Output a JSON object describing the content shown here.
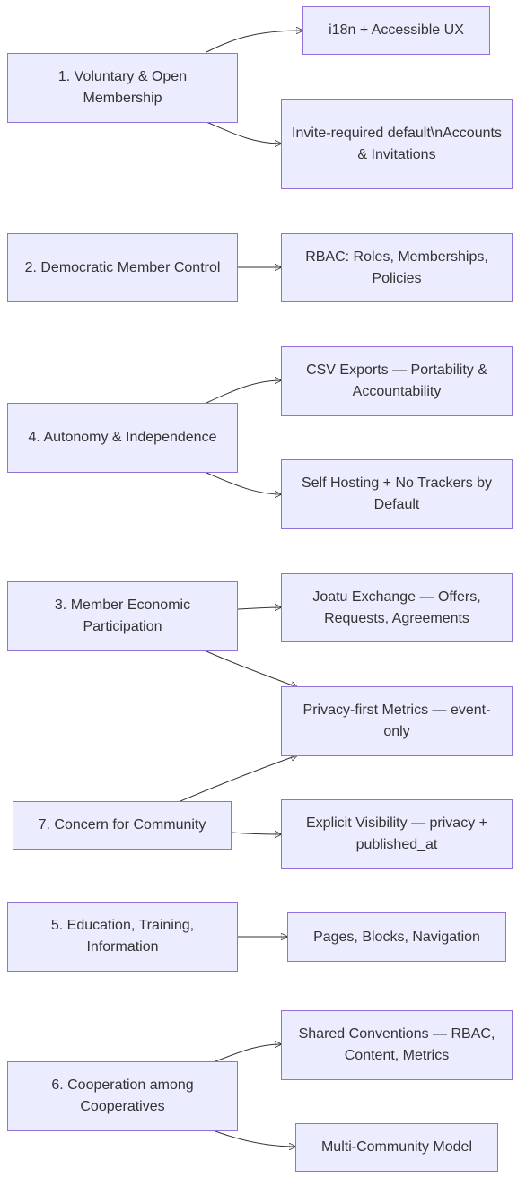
{
  "diagram": {
    "principles": {
      "p1": "1. Voluntary & Open Membership",
      "p2": "2. Democratic Member Control",
      "p4": "4. Autonomy & Independence",
      "p3": "3. Member Economic Participation",
      "p7": "7. Concern for Community",
      "p5": "5. Education, Training, Information",
      "p6": "6. Cooperation among Cooperatives"
    },
    "features": {
      "i18n": "i18n + Accessible UX",
      "invite": "Invite-required default\\nAccounts & Invitations",
      "rbac": "RBAC: Roles, Memberships, Policies",
      "csv": "CSV Exports — Portability & Accountability",
      "selfhost": "Self Hosting + No Trackers by Default",
      "joatu": "Joatu Exchange — Offers, Requests, Agreements",
      "metrics": "Privacy-first Metrics — event-only",
      "visibility": "Explicit Visibility — privacy + published_at",
      "pages": "Pages, Blocks, Navigation",
      "conventions": "Shared Conventions — RBAC, Content, Metrics",
      "multi": "Multi-Community Model"
    },
    "edges": [
      [
        "p1",
        "i18n"
      ],
      [
        "p1",
        "invite"
      ],
      [
        "p2",
        "rbac"
      ],
      [
        "p4",
        "csv"
      ],
      [
        "p4",
        "selfhost"
      ],
      [
        "p3",
        "joatu"
      ],
      [
        "p3",
        "metrics"
      ],
      [
        "p7",
        "metrics"
      ],
      [
        "p7",
        "visibility"
      ],
      [
        "p5",
        "pages"
      ],
      [
        "p6",
        "conventions"
      ],
      [
        "p6",
        "multi"
      ]
    ],
    "colors": {
      "node_fill": "#ececff",
      "node_border": "#9370db",
      "text": "#333333",
      "edge": "#333333"
    }
  }
}
